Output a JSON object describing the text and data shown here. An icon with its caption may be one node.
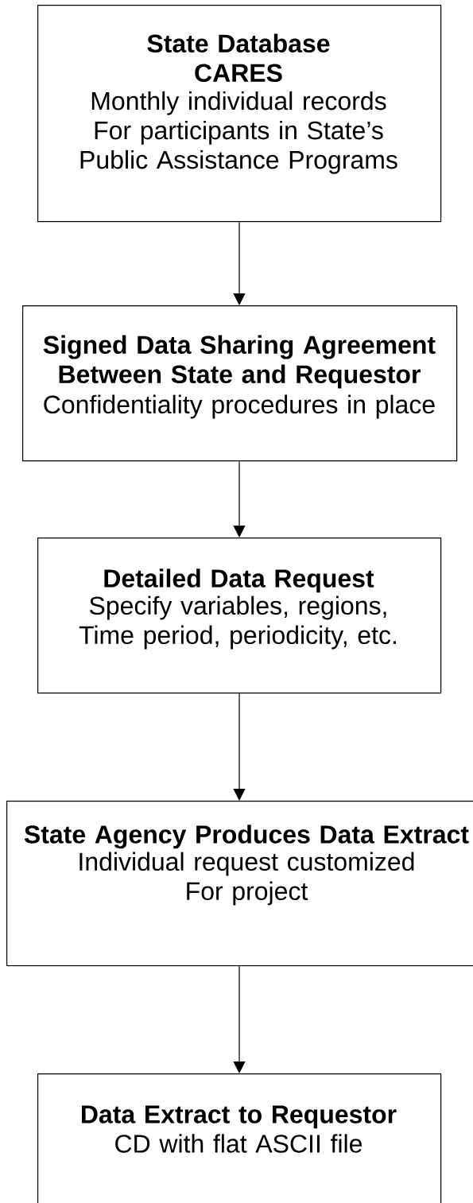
{
  "diagram": {
    "nodes": [
      {
        "text": [
          "State Database CARES",
          "Monthly individual records For participants in State’s Public Assistance Programs"
        ]
      },
      {
        "text": [
          "Signed Data Sharing Agreement Between State and Requestor",
          "Confidentiality procedures in place"
        ]
      },
      {
        "text": [
          "Detailed Data Request",
          "Specify variables, regions, Time period, periodicity, etc."
        ]
      },
      {
        "text": [
          "State Agency Produces Data Extract",
          "Individual request customized For project"
        ]
      },
      {
        "text": [
          "Data Extract to Requestor",
          "CD with flat ASCII file"
        ]
      }
    ],
    "edges": [
      {
        "from": 0,
        "to": 1,
        "arrow": "to"
      },
      {
        "from": 1,
        "to": 2,
        "arrow": "to"
      },
      {
        "from": 2,
        "to": 3,
        "arrow": "to"
      },
      {
        "from": 3,
        "to": 4,
        "arrow": "to"
      }
    ]
  }
}
